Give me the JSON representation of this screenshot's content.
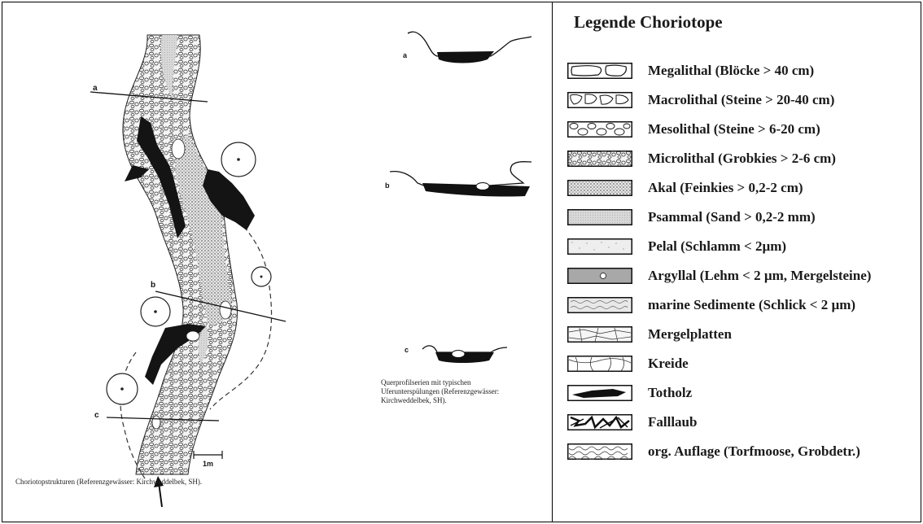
{
  "left": {
    "section_labels": [
      "a",
      "b",
      "c"
    ],
    "scale_label": "1m",
    "caption_structure": "Choriotopstrukturen (Referenzgewässer: Kirchweddelbek, SH).",
    "caption_profiles": "Querprofilserien mit typischen Uferunterspülungen (Referenzgewässer: Kirchweddelbek, SH)."
  },
  "legend": {
    "title": "Legende Choriotope",
    "items": [
      {
        "label": "Megalithal (Blöcke > 40 cm)",
        "icon": "megalithal-swatch"
      },
      {
        "label": "Macrolithal (Steine > 20-40 cm)",
        "icon": "macrolithal-swatch"
      },
      {
        "label": "Mesolithal (Steine > 6-20 cm)",
        "icon": "mesolithal-swatch"
      },
      {
        "label": "Microlithal (Grobkies > 2-6 cm)",
        "icon": "microlithal-swatch"
      },
      {
        "label": "Akal (Feinkies > 0,2-2 cm)",
        "icon": "akal-swatch"
      },
      {
        "label": "Psammal (Sand > 0,2-2 mm)",
        "icon": "psammal-swatch"
      },
      {
        "label": "Pelal (Schlamm < 2µm)",
        "icon": "pelal-swatch"
      },
      {
        "label": "Argyllal (Lehm < 2 µm, Mergelsteine)",
        "icon": "argyllal-swatch"
      },
      {
        "label": "marine Sedimente (Schlick < 2 µm)",
        "icon": "marine-sediment-swatch"
      },
      {
        "label": "Mergelplatten",
        "icon": "mergelplatten-swatch"
      },
      {
        "label": "Kreide",
        "icon": "kreide-swatch"
      },
      {
        "label": "Totholz",
        "icon": "totholz-swatch"
      },
      {
        "label": "Falllaub",
        "icon": "falllaub-swatch"
      },
      {
        "label": "org. Auflage (Torfmoose, Grobdetr.)",
        "icon": "org-auflage-swatch"
      }
    ]
  }
}
